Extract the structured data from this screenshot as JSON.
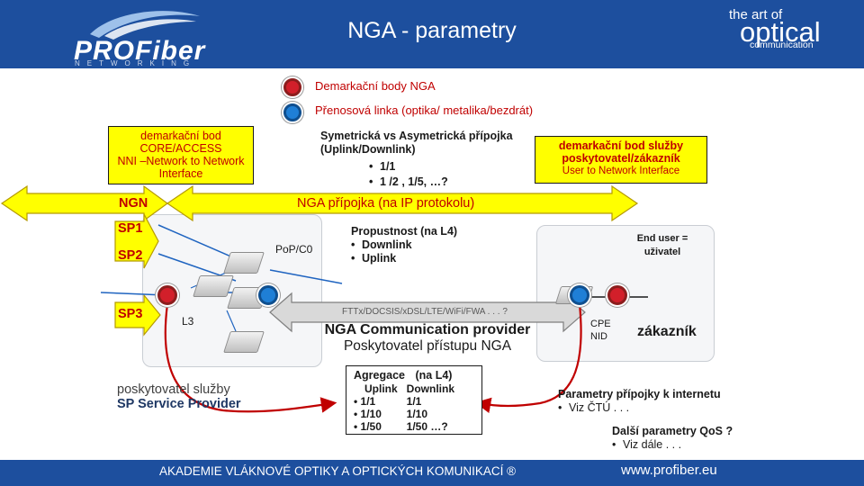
{
  "header": {
    "title": "NGA - parametry",
    "logo_main": "PROFiber",
    "logo_sub": "NETWORKING",
    "brand_small": "the art of",
    "brand_big": "optical",
    "brand_sub": "communication"
  },
  "legend": [
    {
      "icon": "red-dot-icon",
      "label": "Demarkační body NGA"
    },
    {
      "icon": "blue-dot-icon",
      "label": "Přenosová linka (optika/ metalika/bezdrát)"
    }
  ],
  "boxes": {
    "core_access": {
      "line1": "demarkační bod",
      "line2": "CORE/ACCESS",
      "line3": "NNI –Network to Network",
      "line4": "Interface"
    },
    "service_point": {
      "line1": "demarkační bod služby",
      "line2": "poskytovatel/zákazník",
      "line3": "User to Network Interface"
    }
  },
  "symmetry": {
    "heading": "Symetrická vs Asymetrická přípojka (Uplink/Downlink)",
    "items": [
      "1/1",
      "1 /2 , 1/5, …?"
    ]
  },
  "arrows": {
    "ngn_label": "NGN",
    "nga_label": "NGA přípojka (na IP protokolu)",
    "sp1": "SP1",
    "sp2": "SP2",
    "sp3": "SP3",
    "tech_label": "FTTx/DOCSIS/xDSL/LTE/WiFi/FWA . . . ?"
  },
  "labels": {
    "pop": "PoP/C0",
    "l3": "L3",
    "cpe_line1": "CPE",
    "cpe_line2": "NID",
    "zakaznik": "zákazník",
    "end_user_line1": "End user =",
    "end_user_line2": "uživatel",
    "provider_line1": "NGA Communication provider",
    "provider_line2": "Poskytovatel přístupu NGA",
    "sp_line1": "poskytovatel služby",
    "sp_line2": "SP Service Provider"
  },
  "throughput": {
    "heading": "Propustnost (na L4)",
    "items": [
      "Downlink",
      "Uplink"
    ]
  },
  "aggregation": {
    "heading_a": "Agregace",
    "heading_b": "(na L4)",
    "col_uplink": "Uplink",
    "col_downlink": "Downlink",
    "rows": [
      {
        "up": "1/1",
        "down": "1/1"
      },
      {
        "up": "1/10",
        "down": "1/10"
      },
      {
        "up": "1/50",
        "down": "1/50 …?"
      }
    ]
  },
  "params": {
    "internet_heading": "Parametry přípojky k internetu",
    "internet_item": "Viz ČTÚ . . .",
    "qos_heading": "Další parametry QoS ?",
    "qos_item": "Viz dále . . ."
  },
  "footer": {
    "left": "AKADEMIE VLÁKNOVÉ OPTIKY A OPTICKÝCH KOMUNIKACÍ ®",
    "right": "www.profiber.eu"
  },
  "colors": {
    "header_blue": "#1d4f9e",
    "demark_red": "#c00000",
    "highlight_yellow": "#ffff00",
    "link_blue": "#1f7fd6"
  }
}
